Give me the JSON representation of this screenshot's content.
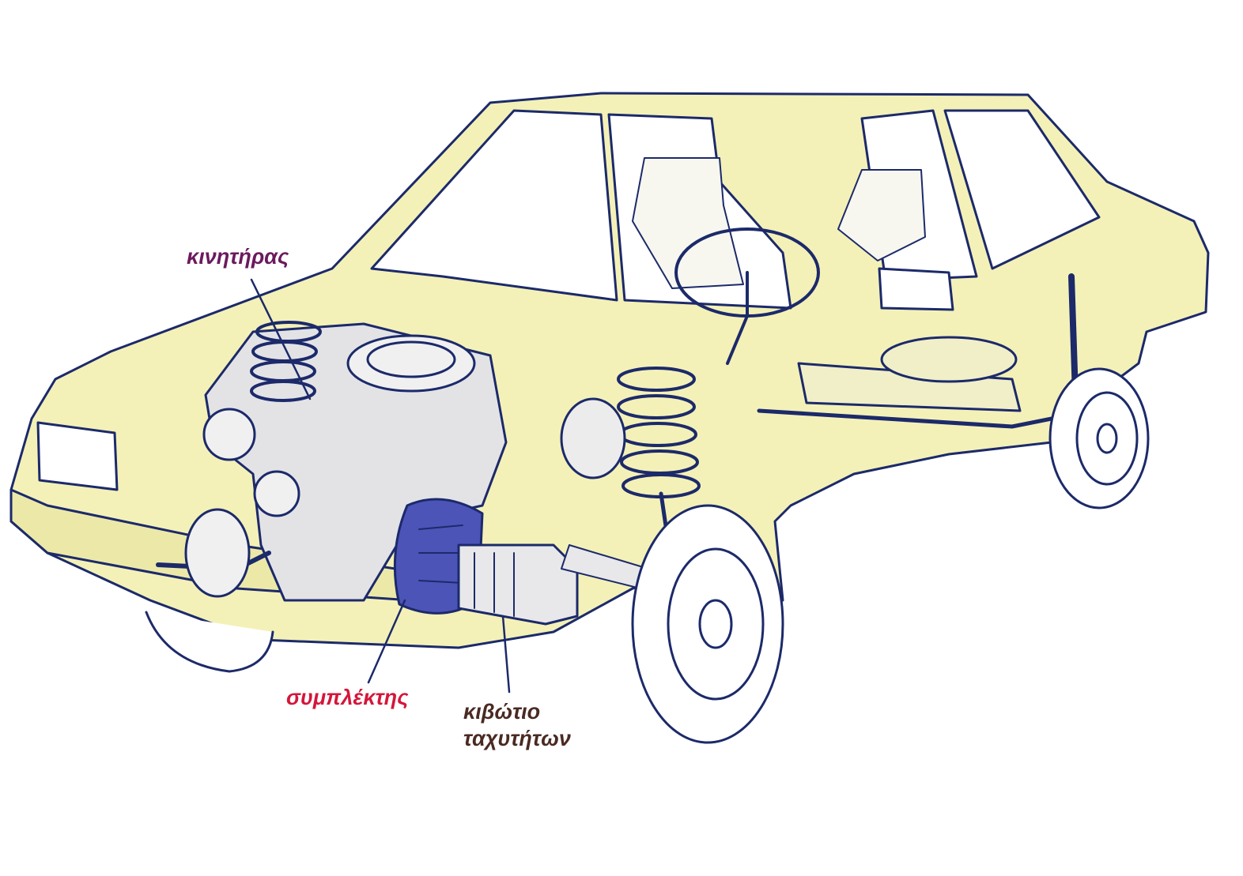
{
  "labels": {
    "engine": "κινητήρας",
    "clutch": "συμπλέκτης",
    "gearbox_line1": "κιβώτιο",
    "gearbox_line2": "ταχυτήτων"
  },
  "colors": {
    "engine_label": "#6b1a5e",
    "clutch_label": "#d4173a",
    "gearbox_label": "#4a2a22",
    "body_fill": "#f4f1b8",
    "outline": "#1c2a6a",
    "clutch_fill": "#4c54b8",
    "glass": "#ffffff"
  }
}
